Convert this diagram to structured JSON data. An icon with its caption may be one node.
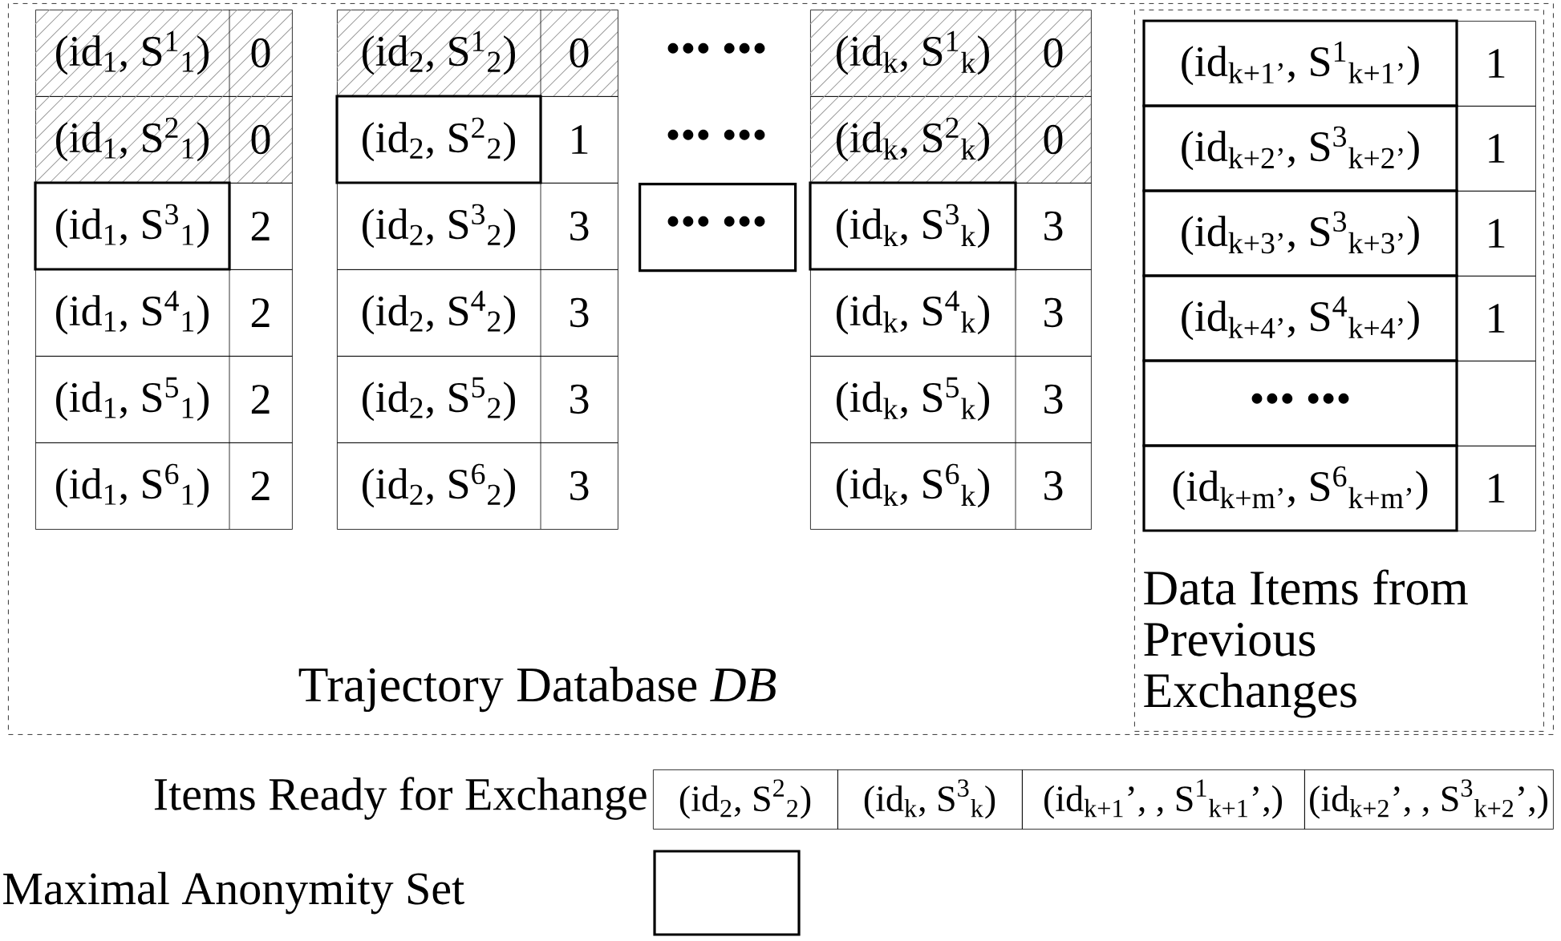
{
  "diagram": {
    "nodes": [
      {
        "text": [
          "Trajectory Database *DB*"
        ]
      },
      {
        "text": [
          "(id$_{1}$, S$^{1}$$_{1}$)",
          "0"
        ],
        "in": 0
      },
      {
        "text": [
          "(id$_{1}$, S$^{2}$$_{1}$)",
          "0"
        ],
        "in": 0
      },
      {
        "text": [
          "(id$_{1}$, S$^{3}$$_{1}$)",
          "2"
        ],
        "in": 0
      },
      {
        "text": [
          "(id$_{1}$, S$^{4}$$_{1}$)",
          "2"
        ],
        "in": 0
      },
      {
        "text": [
          "(id$_{1}$, S$^{5}$$_{1}$)",
          "2"
        ],
        "in": 0
      },
      {
        "text": [
          "(id$_{1}$, S$^{6}$$_{1}$)",
          "2"
        ],
        "in": 0
      },
      {
        "text": [
          "(id$_{2}$, S$^{1}$$_{2}$)",
          "0"
        ],
        "in": 0
      },
      {
        "text": [
          "(id$_{2}$, S$^{2}$$_{2}$)",
          "1"
        ],
        "in": 0
      },
      {
        "text": [
          "(id$_{2}$, S$^{3}$$_{2}$)",
          "3"
        ],
        "in": 0
      },
      {
        "text": [
          "(id$_{2}$, S$^{4}$$_{2}$)",
          "3"
        ],
        "in": 0
      },
      {
        "text": [
          "(id$_{2}$, S$^{5}$$_{2}$)",
          "3"
        ],
        "in": 0
      },
      {
        "text": [
          "(id$_{2}$, S$^{6}$$_{2}$)",
          "3"
        ],
        "in": 0
      },
      {
        "text": [
          "••• •••"
        ],
        "in": 0
      },
      {
        "text": [
          "••• •••"
        ],
        "in": 0
      },
      {
        "text": [
          "••• •••"
        ],
        "in": 0
      },
      {
        "text": [
          "(id$_{k}$, S$^{1}$$_{k}$)",
          "0"
        ],
        "in": 0
      },
      {
        "text": [
          "(id$_{k}$, S$^{2}$$_{k}$)",
          "0"
        ],
        "in": 0
      },
      {
        "text": [
          "(id$_{k}$, S$^{3}$$_{k}$)",
          "3"
        ],
        "in": 0
      },
      {
        "text": [
          "(id$_{k}$, S$^{4}$$_{k}$)",
          "3"
        ],
        "in": 0
      },
      {
        "text": [
          "(id$_{k}$, S$^{5}$$_{k}$)",
          "3"
        ],
        "in": 0
      },
      {
        "text": [
          "(id$_{k}$, S$^{6}$$_{k}$)",
          "3"
        ],
        "in": 0
      },
      {
        "text": [
          "Data Items from Previous Exchanges"
        ],
        "in": 0
      },
      {
        "text": [
          "(id$_{k+1’}$, S$^{1}$$_{k+1’}$)",
          "1"
        ],
        "in": 22
      },
      {
        "text": [
          "(id$_{k+2’}$, S$^{3}$$_{k+2’}$)",
          "1"
        ],
        "in": 22
      },
      {
        "text": [
          "(id$_{k+3’}$, S$^{3}$$_{k+3’}$)",
          "1"
        ],
        "in": 22
      },
      {
        "text": [
          "(id$_{k+4’}$, S$^{4}$$_{k+4’}$)",
          "1"
        ],
        "in": 22
      },
      {
        "text": [
          "••• •••"
        ],
        "in": 22
      },
      {
        "text": [
          "(id$_{k+m’}$, S$^{6}$$_{k+m’}$)",
          "1"
        ],
        "in": 22
      },
      {
        "text": [
          "(id$_{2}$, S$^{2}$$_{2}$)"
        ]
      },
      {
        "text": [
          "(id$_{k}$, S$^{3}$$_{k}$)"
        ]
      },
      {
        "text": [
          "(id$_{k+1}$’, , S$^{1}$$_{k+1}$’,)"
        ]
      },
      {
        "text": [
          "(id$_{k+2}$’, , S$^{3}$$_{k+2}$’,)"
        ]
      }
    ],
    "labels": [
      "Items Ready for Exchange"
    ],
    "legend": [
      {
        "text": "Maximal Anonymity Set"
      }
    ]
  }
}
